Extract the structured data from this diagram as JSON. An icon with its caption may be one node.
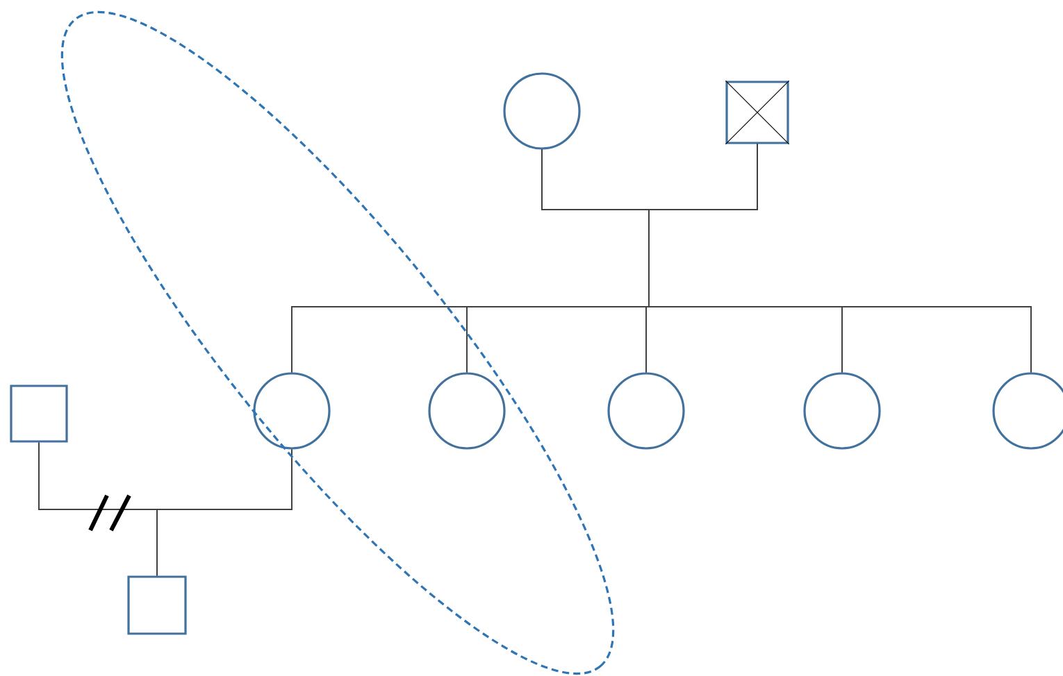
{
  "diagram": {
    "nodes": [
      {
        "text": [],
        "shape": "circle"
      },
      {
        "text": [],
        "shape": "box"
      },
      {
        "text": [],
        "shape": "box"
      },
      {
        "text": [],
        "shape": "circle"
      },
      {
        "text": [],
        "shape": "circle"
      },
      {
        "text": [],
        "shape": "circle"
      },
      {
        "text": [],
        "shape": "circle"
      },
      {
        "text": [],
        "shape": "circle"
      },
      {
        "text": [],
        "shape": "box"
      }
    ],
    "edges": [
      {
        "from": 0,
        "to": 1,
        "arrow": "none"
      },
      {
        "from": 0,
        "to": 3,
        "arrow": "none"
      },
      {
        "from": 1,
        "to": 3,
        "arrow": "none"
      },
      {
        "from": 0,
        "to": 4,
        "arrow": "none"
      },
      {
        "from": 1,
        "to": 4,
        "arrow": "none"
      },
      {
        "from": 0,
        "to": 5,
        "arrow": "none"
      },
      {
        "from": 1,
        "to": 5,
        "arrow": "none"
      },
      {
        "from": 0,
        "to": 6,
        "arrow": "none"
      },
      {
        "from": 1,
        "to": 6,
        "arrow": "none"
      },
      {
        "from": 0,
        "to": 7,
        "arrow": "none"
      },
      {
        "from": 1,
        "to": 7,
        "arrow": "none"
      },
      {
        "from": 2,
        "to": 3,
        "arrow": "none"
      },
      {
        "from": 2,
        "to": 8,
        "arrow": "none"
      },
      {
        "from": 3,
        "to": 8,
        "arrow": "none"
      }
    ]
  }
}
